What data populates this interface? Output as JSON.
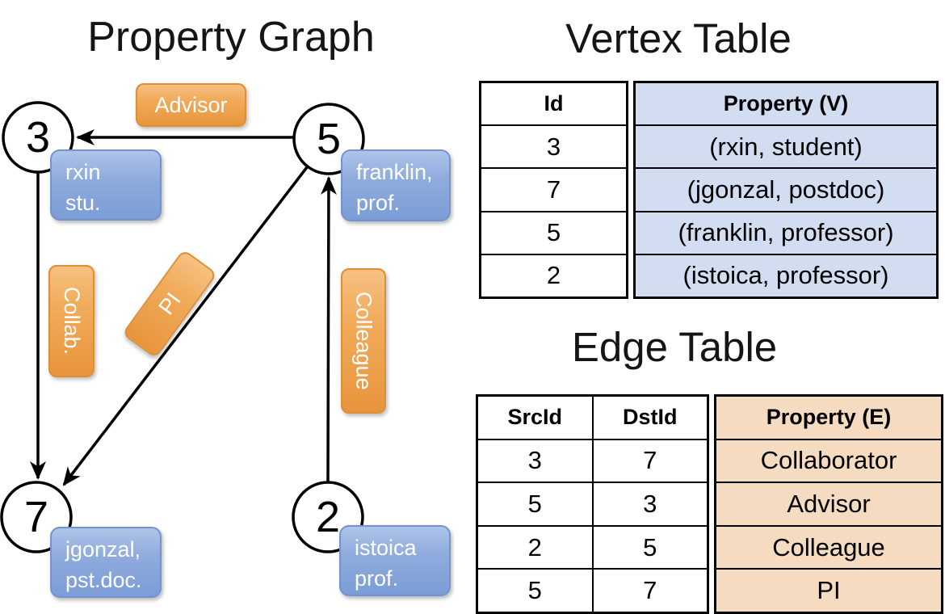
{
  "titles": {
    "graph": "Property Graph",
    "vertex_table": "Vertex Table",
    "edge_table": "Edge Table"
  },
  "graph": {
    "nodes": [
      {
        "id": "3",
        "label_lines": [
          "rxin",
          "stu."
        ]
      },
      {
        "id": "5",
        "label_lines": [
          "franklin,",
          "prof."
        ]
      },
      {
        "id": "7",
        "label_lines": [
          "jgonzal,",
          "pst.doc."
        ]
      },
      {
        "id": "2",
        "label_lines": [
          "istoica",
          "prof."
        ]
      }
    ],
    "edges": [
      {
        "src": "5",
        "dst": "3",
        "label": "Advisor"
      },
      {
        "src": "3",
        "dst": "7",
        "label": "Collab."
      },
      {
        "src": "5",
        "dst": "7",
        "label": "PI"
      },
      {
        "src": "2",
        "dst": "5",
        "label": "Colleague"
      }
    ]
  },
  "vertex_table": {
    "columns": [
      "Id",
      "Property (V)"
    ],
    "rows": [
      [
        "3",
        "(rxin, student)"
      ],
      [
        "7",
        "(jgonzal, postdoc)"
      ],
      [
        "5",
        "(franklin, professor)"
      ],
      [
        "2",
        "(istoica, professor)"
      ]
    ]
  },
  "edge_table": {
    "columns": [
      "SrcId",
      "DstId",
      "Property (E)"
    ],
    "rows": [
      [
        "3",
        "7",
        "Collaborator"
      ],
      [
        "5",
        "3",
        "Advisor"
      ],
      [
        "2",
        "5",
        "Colleague"
      ],
      [
        "5",
        "7",
        "PI"
      ]
    ]
  },
  "colors": {
    "node_label_blue": "#7B9CD6",
    "edge_label_orange": "#E8953C",
    "vertex_property_fill": "#D2DDF1",
    "edge_property_fill": "#F5DCC1"
  }
}
